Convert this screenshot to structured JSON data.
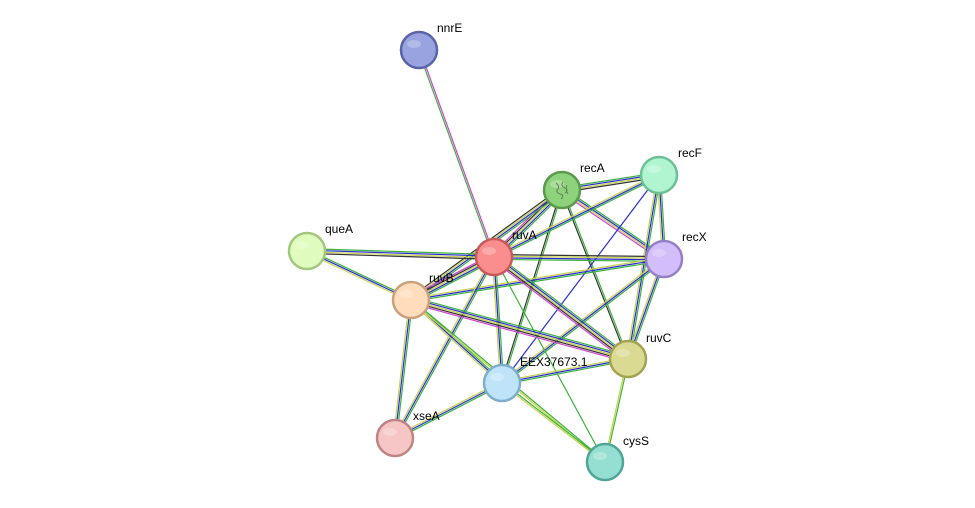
{
  "network": {
    "nodes": [
      {
        "id": "nnrE",
        "label": "nnrE",
        "fill": "#98a3df",
        "stroke": "#5a64a8"
      },
      {
        "id": "recA",
        "label": "recA",
        "fill": "#8ed27b",
        "stroke": "#5a9a4a"
      },
      {
        "id": "recF",
        "label": "recF",
        "fill": "#b0f5d0",
        "stroke": "#6dbf96"
      },
      {
        "id": "recX",
        "label": "recX",
        "fill": "#d3bdfa",
        "stroke": "#9680c4"
      },
      {
        "id": "queA",
        "label": "queA",
        "fill": "#e0fbbe",
        "stroke": "#a2c77e"
      },
      {
        "id": "ruvA",
        "label": "ruvA",
        "fill": "#fa8e8e",
        "stroke": "#c85a5a"
      },
      {
        "id": "ruvB",
        "label": "ruvB",
        "fill": "#fedcbc",
        "stroke": "#c9a27d"
      },
      {
        "id": "ruvC",
        "label": "ruvC",
        "fill": "#dada92",
        "stroke": "#a3a354"
      },
      {
        "id": "EEX37673.1",
        "label": "EEX37673.1",
        "fill": "#bfe4f9",
        "stroke": "#7fadca"
      },
      {
        "id": "xseA",
        "label": "xseA",
        "fill": "#f6c5c5",
        "stroke": "#bf8585"
      },
      {
        "id": "cysS",
        "label": "cysS",
        "fill": "#94dfd2",
        "stroke": "#4fa596"
      }
    ],
    "edges": [
      {
        "from": "nnrE",
        "to": "ruvA",
        "colors": [
          "#d23fd2",
          "#3bb33b"
        ]
      },
      {
        "from": "recA",
        "to": "ruvA",
        "colors": [
          "#3bb33b",
          "#2b2bd6",
          "#c8d24a",
          "#333333",
          "#d23fd2"
        ]
      },
      {
        "from": "recA",
        "to": "ruvB",
        "colors": [
          "#3bb33b",
          "#2b2bd6",
          "#c8d24a",
          "#333333"
        ]
      },
      {
        "from": "recA",
        "to": "recX",
        "colors": [
          "#3bb33b",
          "#2b2bd6",
          "#c8d24a",
          "#d23fd2"
        ]
      },
      {
        "from": "recA",
        "to": "recF",
        "colors": [
          "#3bb33b",
          "#2b2bd6",
          "#c8d24a",
          "#333333"
        ]
      },
      {
        "from": "recA",
        "to": "ruvC",
        "colors": [
          "#3bb33b",
          "#333333"
        ]
      },
      {
        "from": "recA",
        "to": "EEX37673.1",
        "colors": [
          "#3bb33b",
          "#333333"
        ]
      },
      {
        "from": "recF",
        "to": "ruvA",
        "colors": [
          "#3bb33b",
          "#2b2bd6",
          "#c8d24a"
        ]
      },
      {
        "from": "recF",
        "to": "recX",
        "colors": [
          "#3bb33b",
          "#2b2bd6",
          "#c8d24a"
        ]
      },
      {
        "from": "recF",
        "to": "ruvC",
        "colors": [
          "#3bb33b",
          "#2b2bd6",
          "#c8d24a"
        ]
      },
      {
        "from": "recF",
        "to": "EEX37673.1",
        "colors": [
          "#2b2bd6"
        ]
      },
      {
        "from": "recX",
        "to": "ruvA",
        "colors": [
          "#3bb33b",
          "#2b2bd6",
          "#c8d24a",
          "#333333"
        ]
      },
      {
        "from": "recX",
        "to": "ruvC",
        "colors": [
          "#3bb33b",
          "#2b2bd6",
          "#c8d24a"
        ]
      },
      {
        "from": "recX",
        "to": "EEX37673.1",
        "colors": [
          "#3bb33b",
          "#2b2bd6",
          "#c8d24a"
        ]
      },
      {
        "from": "recX",
        "to": "ruvB",
        "colors": [
          "#3bb33b",
          "#2b2bd6",
          "#c8d24a"
        ]
      },
      {
        "from": "queA",
        "to": "ruvA",
        "colors": [
          "#3bb33b",
          "#2b2bd6",
          "#c8d24a",
          "#333333"
        ]
      },
      {
        "from": "queA",
        "to": "ruvB",
        "colors": [
          "#3bb33b",
          "#2b2bd6",
          "#c8d24a"
        ]
      },
      {
        "from": "ruvA",
        "to": "ruvB",
        "colors": [
          "#3bb33b",
          "#2b2bd6",
          "#c8d24a",
          "#333333",
          "#d23fd2"
        ]
      },
      {
        "from": "ruvA",
        "to": "ruvC",
        "colors": [
          "#3bb33b",
          "#2b2bd6",
          "#c8d24a",
          "#333333",
          "#d23fd2"
        ]
      },
      {
        "from": "ruvA",
        "to": "EEX37673.1",
        "colors": [
          "#3bb33b",
          "#2b2bd6",
          "#c8d24a"
        ]
      },
      {
        "from": "ruvA",
        "to": "xseA",
        "colors": [
          "#3bb33b",
          "#2b2bd6",
          "#c8d24a"
        ]
      },
      {
        "from": "ruvA",
        "to": "cysS",
        "colors": [
          "#3bb33b"
        ]
      },
      {
        "from": "ruvB",
        "to": "ruvC",
        "colors": [
          "#3bb33b",
          "#2b2bd6",
          "#c8d24a",
          "#333333",
          "#d23fd2"
        ]
      },
      {
        "from": "ruvB",
        "to": "EEX37673.1",
        "colors": [
          "#3bb33b",
          "#2b2bd6",
          "#c8d24a"
        ]
      },
      {
        "from": "ruvB",
        "to": "xseA",
        "colors": [
          "#3bb33b",
          "#2b2bd6",
          "#c8d24a"
        ]
      },
      {
        "from": "ruvB",
        "to": "cysS",
        "colors": [
          "#3bb33b",
          "#c8d24a"
        ]
      },
      {
        "from": "ruvC",
        "to": "EEX37673.1",
        "colors": [
          "#3bb33b",
          "#2b2bd6",
          "#c8d24a"
        ]
      },
      {
        "from": "ruvC",
        "to": "cysS",
        "colors": [
          "#3bb33b",
          "#c8d24a"
        ]
      },
      {
        "from": "EEX37673.1",
        "to": "xseA",
        "colors": [
          "#3bb33b",
          "#2b2bd6",
          "#c8d24a"
        ]
      },
      {
        "from": "EEX37673.1",
        "to": "cysS",
        "colors": [
          "#3bb33b",
          "#c8d24a"
        ]
      }
    ]
  }
}
